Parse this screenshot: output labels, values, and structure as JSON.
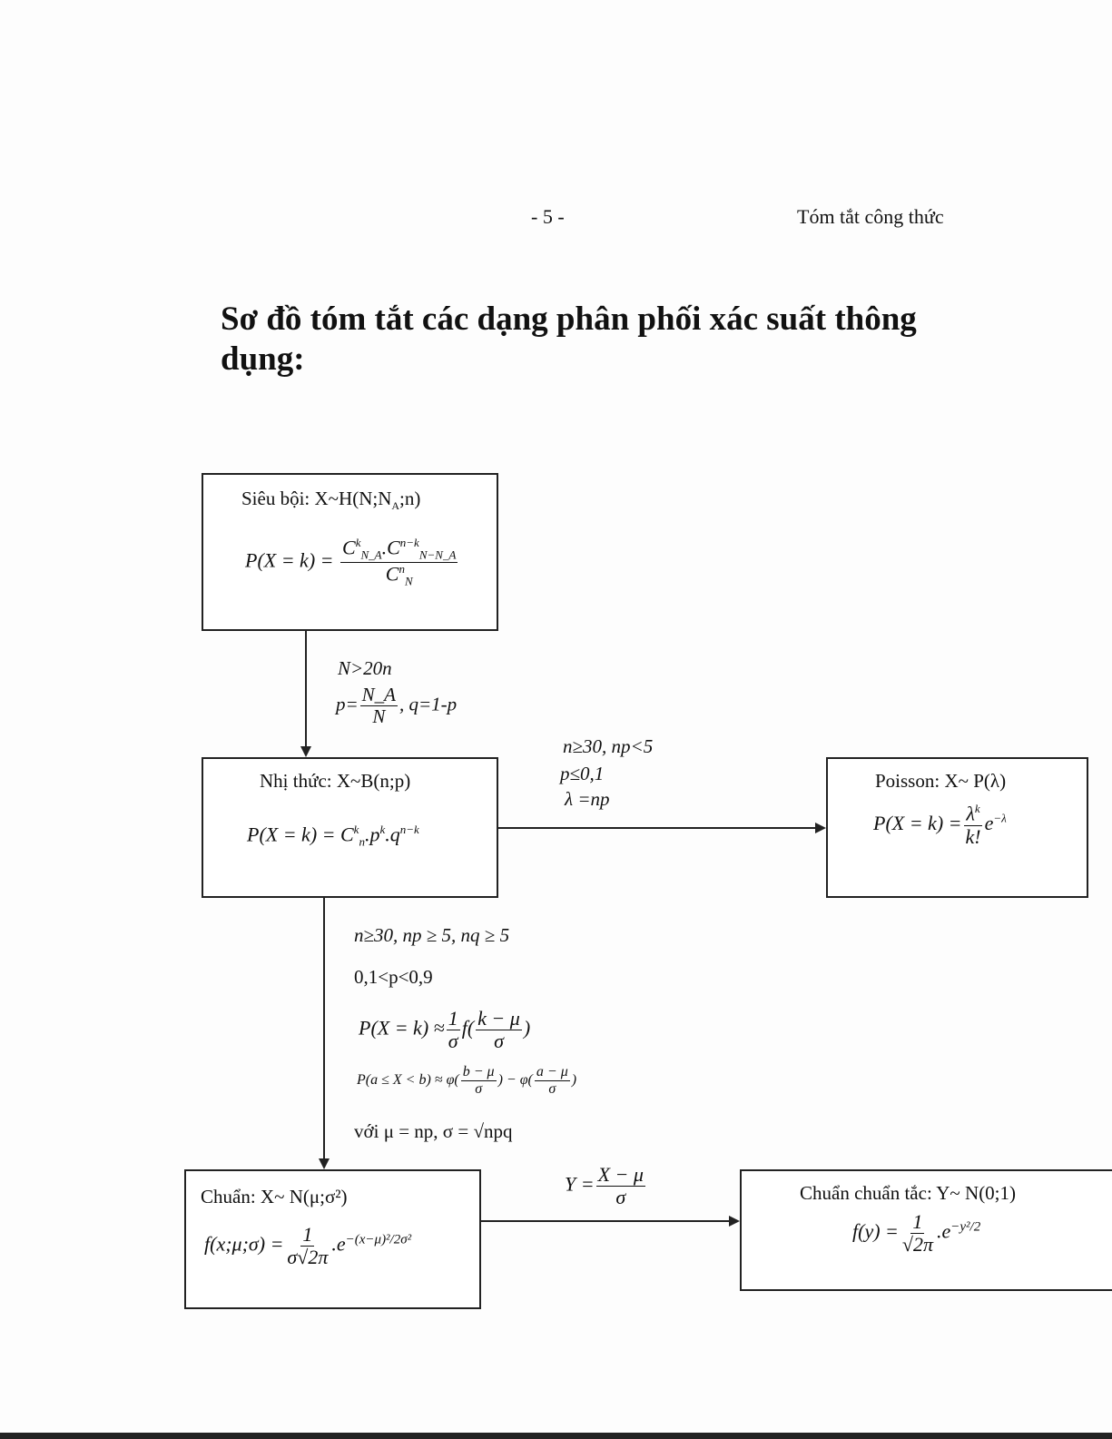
{
  "header": {
    "page_number": "- 5 -",
    "running_title": "Tóm tắt công thức"
  },
  "title": "Sơ đồ tóm tắt các dạng phân phối xác suất thông dụng:",
  "boxes": {
    "hypergeometric": {
      "label": "Siêu bội: X~H(N;N_A;n)",
      "label_main": "Siêu bội: X~H(N;N",
      "label_sub": "A",
      "label_end": ";n)",
      "lhs": "P(X = k) =",
      "num": "C^k_{N_A}.C^{n−k}_{N−N_A}",
      "num_a": "C",
      "num_a_sup": "k",
      "num_a_sub": "N_A",
      "num_b": ".C",
      "num_b_sup": "n−k",
      "num_b_sub": "N−N_A",
      "den": "C",
      "den_sup": "n",
      "den_sub": "N"
    },
    "binomial": {
      "label": "Nhị thức: X~B(n;p)",
      "formula": "P(X = k) = C^k_n.p^k.q^{n−k}",
      "lhs": "P(X = k) = C",
      "c_sup": "k",
      "c_sub": "n",
      "p": ".p",
      "p_sup": "k",
      "q": ".q",
      "q_sup": "n−k"
    },
    "poisson": {
      "label": "Poisson: X~ P(λ)",
      "lhs": "P(X = k) =",
      "num": "λ",
      "num_sup": "k",
      "den": "k!",
      "e": "e",
      "e_sup": "−λ"
    },
    "normal": {
      "label": "Chuẩn: X~ N(μ;σ²)",
      "lhs": "f(x;μ;σ) =",
      "num": "1",
      "den": "σ√2π",
      "e": ".e",
      "e_sup": "−(x−μ)²/2σ²"
    },
    "standard_normal": {
      "label": "Chuẩn chuẩn tắc: Y~ N(0;1)",
      "lhs": "f(y) =",
      "num": "1",
      "den": "√2π",
      "e": ".e",
      "e_sup": "−y²/2"
    }
  },
  "edges": {
    "hyper_to_binomial": {
      "cond1": "N>20n",
      "cond2_lhs": "p=",
      "cond2_num": "N_A",
      "cond2_den": "N",
      "cond2_rhs": ", q=1-p"
    },
    "binomial_to_poisson": {
      "cond1": "n≥30, np<5",
      "cond2": "p≤0,1",
      "cond3": "λ =np"
    },
    "binomial_to_normal": {
      "cond1": "n≥30, np ≥ 5, nq ≥ 5",
      "cond2": "0,1<p<0,9",
      "approx1_lhs": "P(X = k) ≈",
      "approx1_frac_num": "1",
      "approx1_frac_den": "σ",
      "approx1_f": "f(",
      "approx1_num": "k − μ",
      "approx1_den": "σ",
      "approx1_end": ")",
      "approx2_lhs": "P(a ≤ X < b) ≈ φ(",
      "approx2_num1": "b − μ",
      "approx2_den1": "σ",
      "approx2_mid": ") − φ(",
      "approx2_num2": "a − μ",
      "approx2_den2": "σ",
      "approx2_end": ")",
      "with": "với  μ = np,  σ = √npq"
    },
    "normal_to_standard": {
      "lhs": "Y =",
      "num": "X − μ",
      "den": "σ"
    }
  }
}
